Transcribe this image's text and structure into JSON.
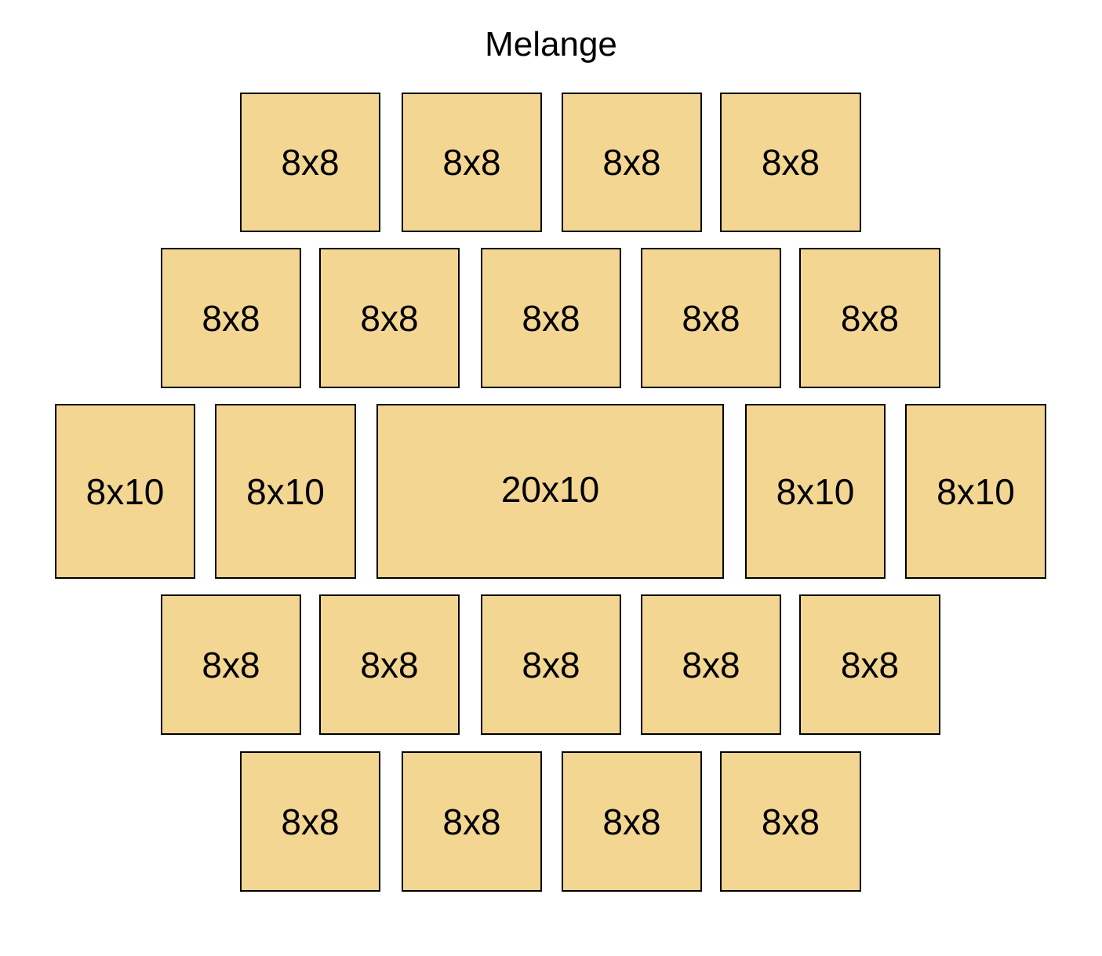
{
  "title": "Melange",
  "colors": {
    "tile_fill": "#f3d692",
    "tile_border": "#000000",
    "background": "#ffffff"
  },
  "rows": [
    {
      "tiles": [
        "8x8",
        "8x8",
        "8x8",
        "8x8"
      ]
    },
    {
      "tiles": [
        "8x8",
        "8x8",
        "8x8",
        "8x8",
        "8x8"
      ]
    },
    {
      "tiles": [
        "8x10",
        "8x10",
        "20x10",
        "8x10",
        "8x10"
      ]
    },
    {
      "tiles": [
        "8x8",
        "8x8",
        "8x8",
        "8x8",
        "8x8"
      ]
    },
    {
      "tiles": [
        "8x8",
        "8x8",
        "8x8",
        "8x8"
      ]
    }
  ]
}
